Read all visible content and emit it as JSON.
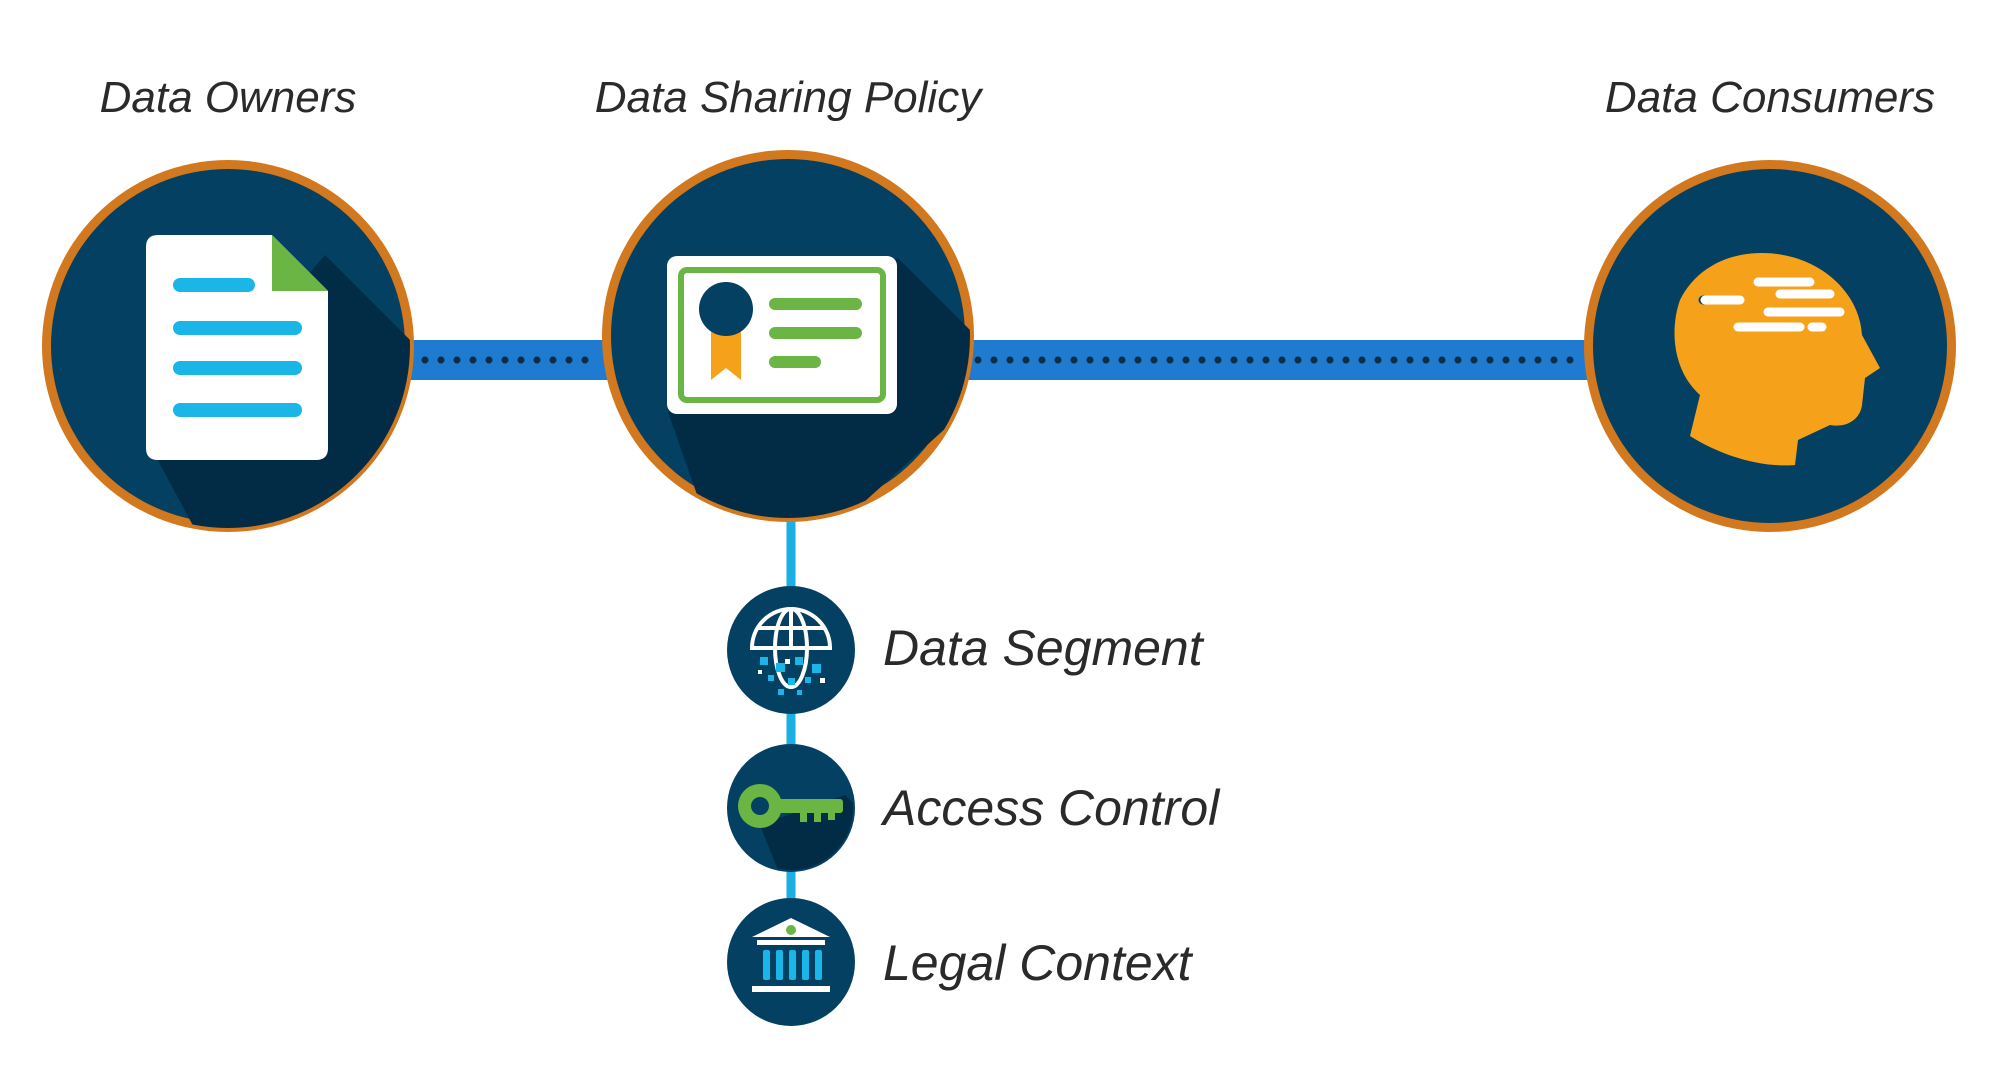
{
  "nodes": {
    "owners": {
      "label": "Data Owners",
      "icon": "document-icon"
    },
    "policy": {
      "label": "Data Sharing Policy",
      "icon": "certificate-icon"
    },
    "consumers": {
      "label": "Data Consumers",
      "icon": "head-icon"
    }
  },
  "components": [
    {
      "label": "Data Segment",
      "icon": "globe-data-icon"
    },
    {
      "label": "Access Control",
      "icon": "key-icon"
    },
    {
      "label": "Legal Context",
      "icon": "bank-icon"
    }
  ],
  "colors": {
    "circle_fill": "#034062",
    "circle_shadow": "#022b45",
    "ring": "#d2781e",
    "connector_bar": "#1e7bd0",
    "connector_dots": "#0e2d44",
    "vertical_line": "#1ab0e6",
    "cyan": "#1ab6e8",
    "green": "#6ab544",
    "orange": "#f6a11a",
    "white": "#ffffff"
  }
}
